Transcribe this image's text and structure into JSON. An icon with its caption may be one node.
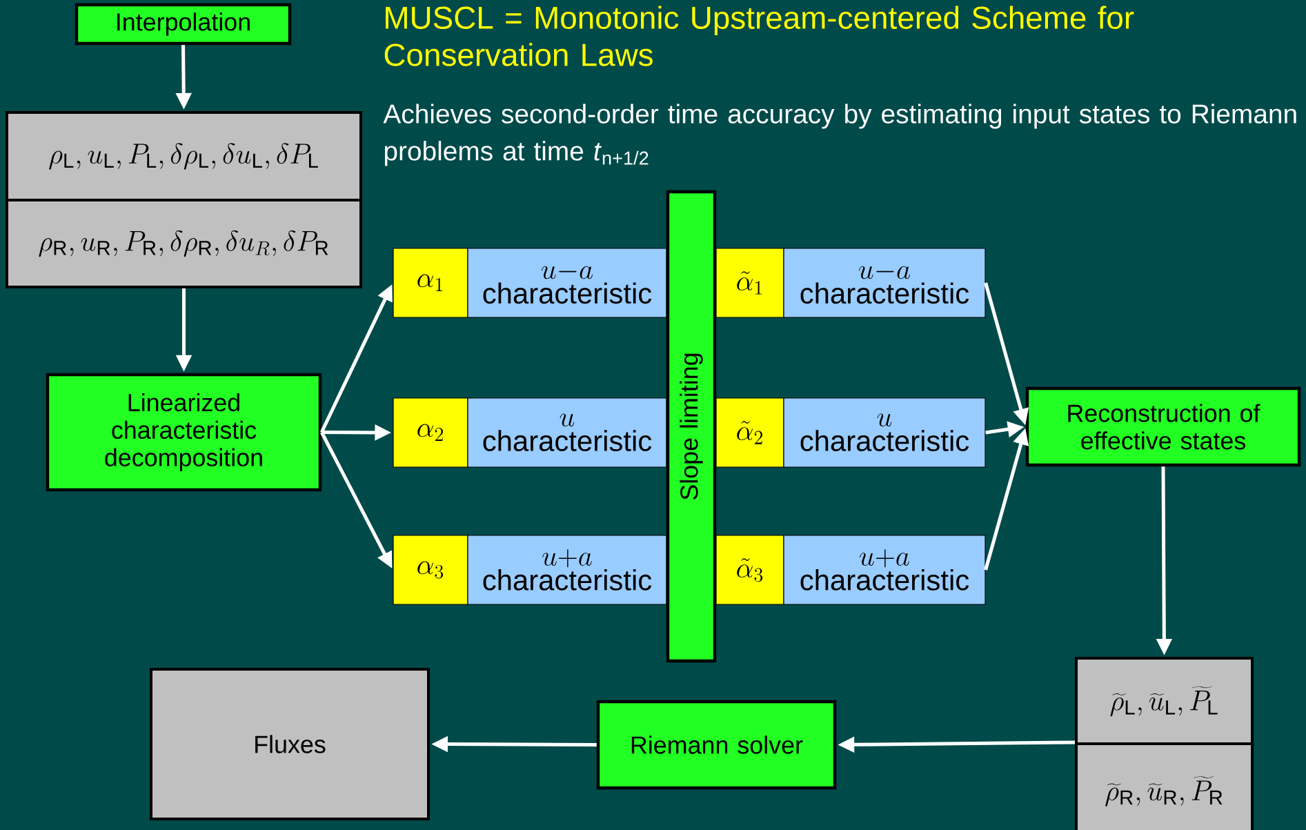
{
  "diagram": {
    "title": "MUSCL = Monotonic Upstream-centered Scheme for Conservation Laws",
    "nodes": [
      {
        "text": [
          "Interpolation"
        ]
      },
      {
        "text": [
          "\\rho_{\\mathrm{L}}, u_{\\mathrm{L}}, P_{\\mathrm{L}}, \\delta\\rho_{\\mathrm{L}}, \\delta u_{\\mathrm{L}}, \\delta P_{\\mathrm{L}}"
        ]
      },
      {
        "text": [
          "\\rho_{\\mathrm{R}}, u_{\\mathrm{R}}, P_{\\mathrm{R}}, \\delta\\rho_{\\mathrm{R}}, \\delta u_{R}, \\delta P_{\\mathrm{R}}"
        ]
      },
      {
        "text": [
          "Linearized characteristic decomposition"
        ]
      },
      {
        "text": [
          "\\alpha_{1}"
        ]
      },
      {
        "text": [
          "u{-}a",
          "characteristic"
        ]
      },
      {
        "text": [
          "\\alpha_{2}"
        ]
      },
      {
        "text": [
          "u",
          "characteristic"
        ]
      },
      {
        "text": [
          "\\alpha_{3}"
        ]
      },
      {
        "text": [
          "u{+}a",
          "characteristic"
        ]
      },
      {
        "text": [
          "Slope limiting"
        ]
      },
      {
        "text": [
          "\\tilde{\\alpha}_{1}"
        ]
      },
      {
        "text": [
          "u{-}a",
          "characteristic"
        ]
      },
      {
        "text": [
          "\\tilde{\\alpha}_{2}"
        ]
      },
      {
        "text": [
          "u",
          "characteristic"
        ]
      },
      {
        "text": [
          "\\tilde{\\alpha}_{3}"
        ]
      },
      {
        "text": [
          "u{+}a",
          "characteristic"
        ]
      },
      {
        "text": [
          "Reconstruction of effective states"
        ]
      },
      {
        "text": [
          "\\widetilde{\\rho}_{\\mathrm{L}}, \\widetilde{u}_{\\mathrm{L}}, \\widetilde{P}_{\\mathrm{L}}"
        ]
      },
      {
        "text": [
          "\\widetilde{\\rho}_{\\mathrm{R}}, \\widetilde{u}_{\\mathrm{R}}, \\widetilde{P}_{\\mathrm{R}}"
        ]
      },
      {
        "text": [
          "Riemann solver"
        ]
      },
      {
        "text": [
          "Fluxes"
        ]
      }
    ],
    "edges": [
      {
        "from": 0,
        "to": 1,
        "arrow": "to"
      },
      {
        "from": 2,
        "to": 3,
        "arrow": "to"
      },
      {
        "from": 3,
        "to": 4,
        "arrow": "to"
      },
      {
        "from": 3,
        "to": 6,
        "arrow": "to"
      },
      {
        "from": 3,
        "to": 8,
        "arrow": "to"
      },
      {
        "from": 12,
        "to": 17,
        "arrow": "to"
      },
      {
        "from": 14,
        "to": 17,
        "arrow": "to"
      },
      {
        "from": 16,
        "to": 17,
        "arrow": "to"
      },
      {
        "from": 17,
        "to": 18,
        "arrow": "to"
      },
      {
        "from": 19,
        "to": 20,
        "arrow": "to"
      },
      {
        "from": 20,
        "to": 21,
        "arrow": "to"
      }
    ],
    "labels": [
      "Achieves second-order time accuracy by estimating input states to Riemann problems at time *t*$_{n+1/2}$"
    ]
  }
}
